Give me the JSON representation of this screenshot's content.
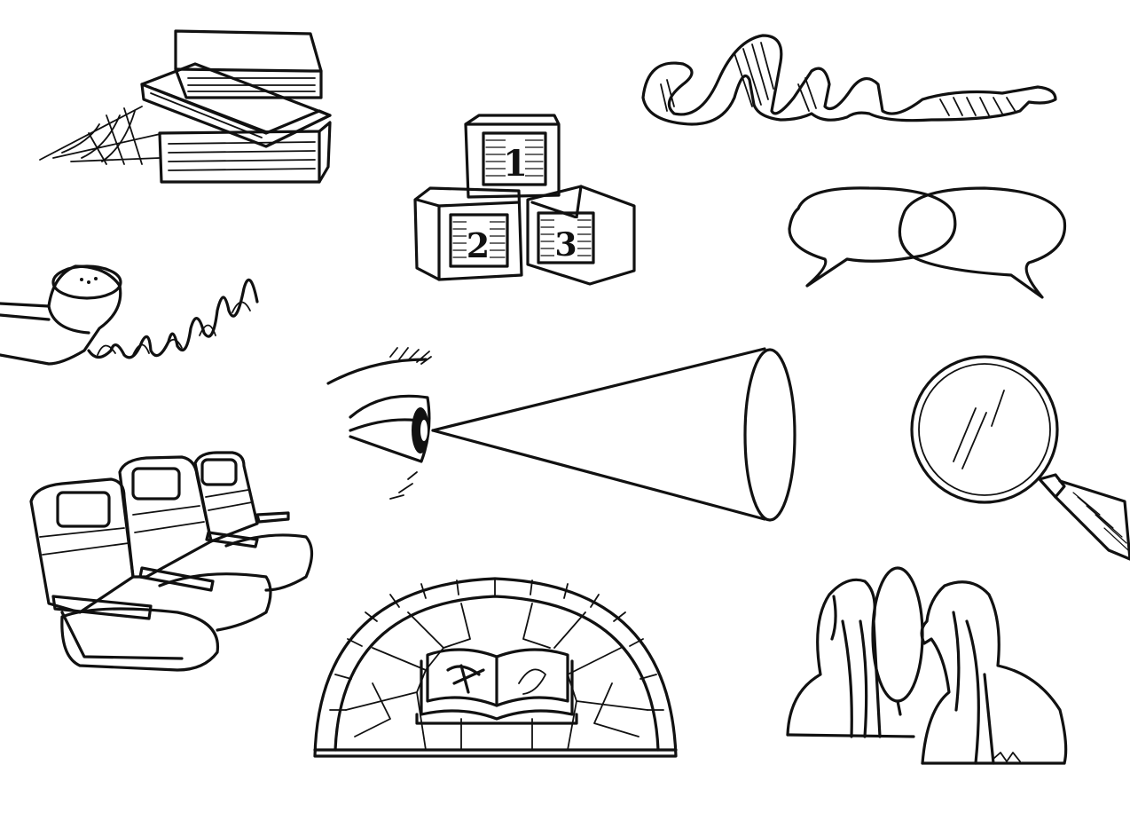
{
  "illustrations": {
    "book_stack": {
      "icon": "book-stack-icon"
    },
    "ribbon": {
      "icon": "ribbon-scroll-icon"
    },
    "number_blocks": {
      "icon": "number-blocks-icon",
      "labels": [
        "1",
        "2",
        "3"
      ]
    },
    "speech_bubbles": {
      "icon": "overlapping-speech-bubbles-icon"
    },
    "telephone": {
      "icon": "telephone-receiver-icon"
    },
    "eye_cone": {
      "icon": "eye-vision-cone-icon"
    },
    "magnifier": {
      "icon": "magnifying-glass-icon"
    },
    "seats": {
      "icon": "waiting-room-seats-icon"
    },
    "arch_book": {
      "icon": "arched-window-open-book-icon"
    },
    "mirror_figures": {
      "icon": "two-figures-mirror-icon"
    }
  },
  "ink_color": "#111111",
  "background_color": "#ffffff"
}
